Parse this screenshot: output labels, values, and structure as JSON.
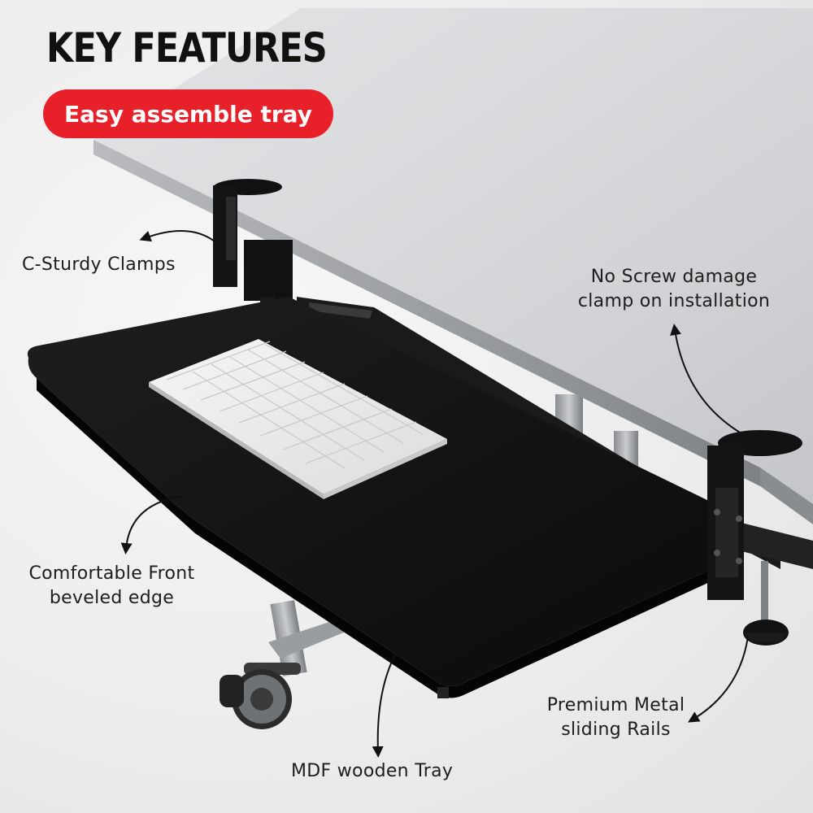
{
  "header": {
    "title": "KEY FEATURES",
    "badge": "Easy assemble tray"
  },
  "callouts": {
    "clamps": {
      "line1": "C-Sturdy Clamps"
    },
    "no_screw": {
      "line1": "No Screw damage",
      "line2": "clamp on installation"
    },
    "front_edge": {
      "line1": "Comfortable Front",
      "line2": "beveled edge"
    },
    "rails": {
      "line1": "Premium Metal",
      "line2": "sliding Rails"
    },
    "tray": {
      "line1": "MDF wooden Tray"
    }
  },
  "colors": {
    "badge_red": "#e8202a",
    "heading_text": "#111111",
    "desk_top": "#d6d8da",
    "tray_black": "#131313"
  }
}
